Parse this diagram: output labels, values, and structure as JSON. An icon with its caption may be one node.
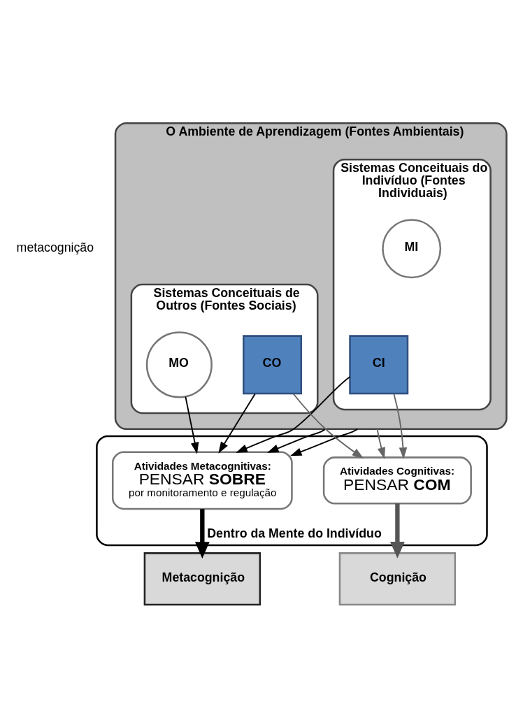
{
  "diagram": {
    "nodes": [
      {
        "text": [
          "O Ambiente de Aprendizagem (Fontes Ambientais)"
        ]
      },
      {
        "text": [
          "Sistemas Conceituais do Indivíduo (Fontes Individuais)"
        ],
        "in": 0
      },
      {
        "text": [
          "CI"
        ],
        "in": 1
      },
      {
        "text": [
          "MI"
        ],
        "in": 1
      },
      {
        "text": [
          "Sistemas Conceituais de Outros (Fontes Sociais)"
        ],
        "in": 0
      },
      {
        "text": [
          "CO"
        ],
        "in": 4
      },
      {
        "text": [
          "MO"
        ],
        "in": 4
      },
      {
        "text": [
          "Dentro da Mente do Indivíduo"
        ]
      },
      {
        "text": [
          "Atividades Metacognitivas:",
          "PENSAR **SOBRE**",
          "por monitoramento e regulação"
        ],
        "in": 7
      },
      {
        "text": [
          "Atividades Cognitivas:",
          "PENSAR **COM**"
        ],
        "in": 7
      },
      {
        "text": [
          "Cognição"
        ]
      },
      {
        "text": [
          "Metacognição"
        ]
      }
    ],
    "edges": [
      {
        "from": 0,
        "to": 9,
        "arrow": "to",
        "color": "#666666"
      },
      {
        "from": 2,
        "to": 9,
        "arrow": "to",
        "color": "#666666"
      },
      {
        "from": 5,
        "to": 9,
        "arrow": "to",
        "color": "#666666"
      },
      {
        "from": 2,
        "to": 8,
        "arrow": "to"
      },
      {
        "from": 0,
        "to": 8,
        "arrow": "to"
      },
      {
        "from": 5,
        "to": 8,
        "arrow": "to"
      },
      {
        "from": 6,
        "to": 8,
        "arrow": "to"
      },
      {
        "from": 0,
        "to": 8,
        "arrow": "to"
      },
      {
        "from": 9,
        "to": 10,
        "arrow": "to",
        "style": "thick",
        "color": "#555555"
      },
      {
        "from": 8,
        "to": 11,
        "arrow": "to",
        "style": "thick"
      }
    ],
    "labels": [
      "metacognição"
    ]
  }
}
